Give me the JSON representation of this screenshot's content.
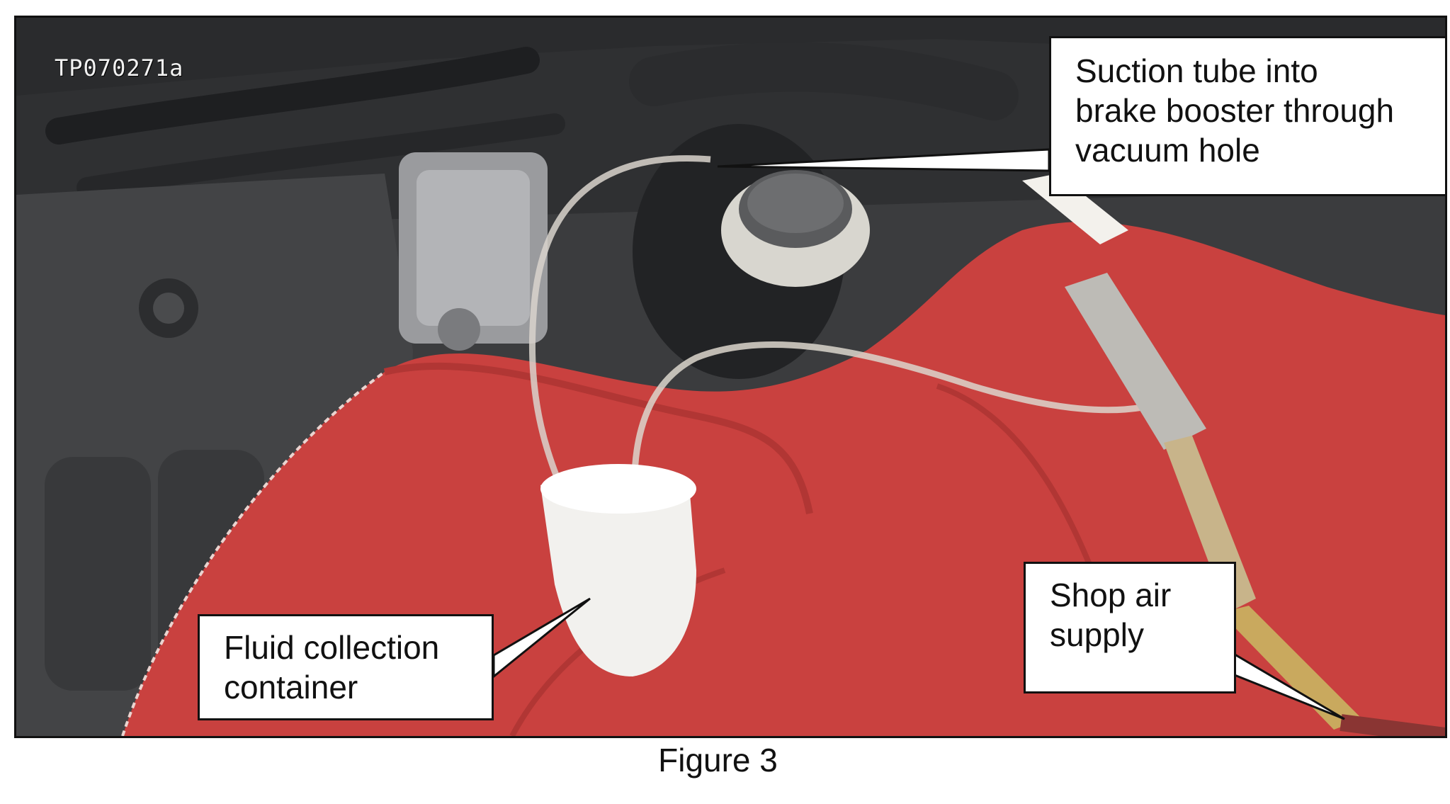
{
  "photo": {
    "code_label": "TP070271a"
  },
  "callouts": {
    "suction_tube": {
      "line1": "Suction tube into",
      "line2": "brake booster through",
      "line3": "vacuum hole"
    },
    "fluid_container": {
      "line1": "Fluid collection",
      "line2": "container"
    },
    "shop_air": {
      "line1": "Shop air",
      "line2": "supply"
    }
  },
  "figure": {
    "caption": "Figure 3"
  },
  "colors": {
    "cloth_red": "#c9413f",
    "engine_dark": "#3a3b3d",
    "callout_border": "#111111"
  }
}
